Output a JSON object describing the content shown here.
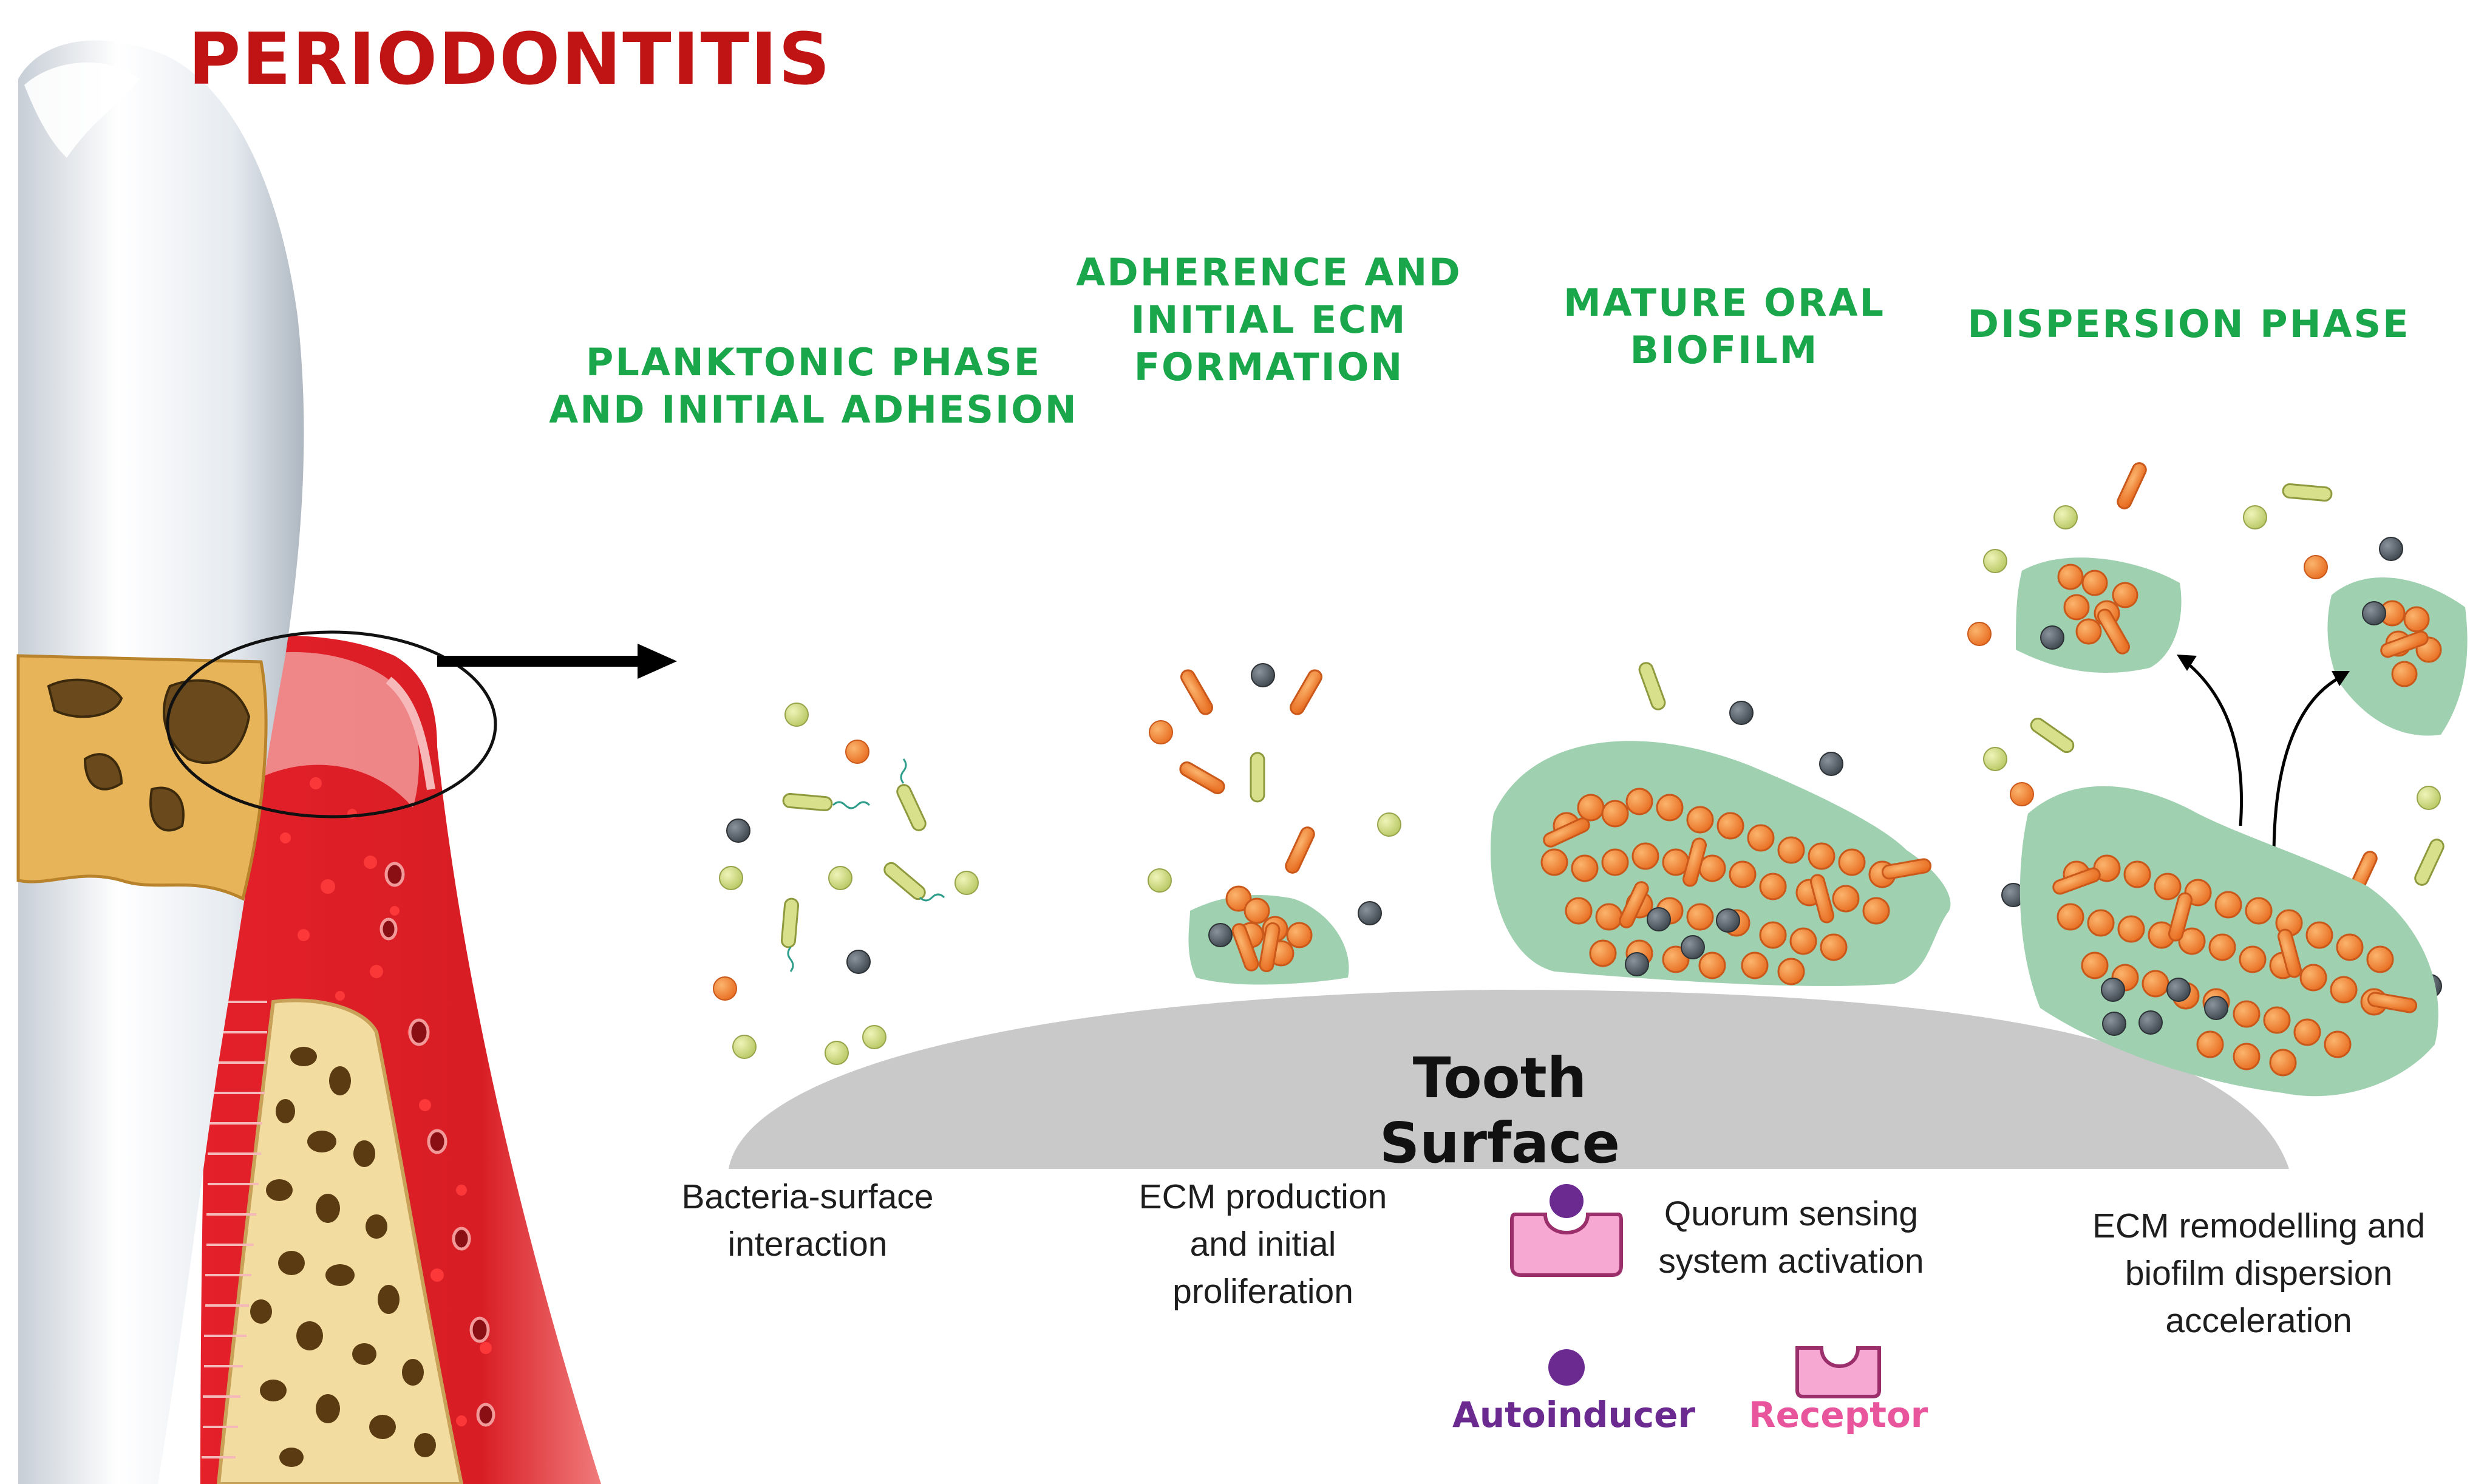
{
  "title": "PERIODONTITIS",
  "phases": {
    "planktonic": "PLANKTONIC PHASE\nAND INITIAL ADHESION",
    "adherence": "ADHERENCE AND\nINITIAL ECM\nFORMATION",
    "mature": "MATURE ORAL\nBIOFILM",
    "dispersion": "DISPERSION PHASE"
  },
  "surface_label": "Tooth Surface",
  "captions": {
    "bacteria_surface": "Bacteria-surface\ninteraction",
    "ecm_production": "ECM production\nand initial\nproliferation",
    "quorum": "Quorum sensing\nsystem activation",
    "remodelling": "ECM remodelling and\nbiofilm dispersion\nacceleration"
  },
  "legend": {
    "autoinducer": "Autoinducer",
    "receptor": "Receptor"
  },
  "colors": {
    "title": "#c01414",
    "phase_heading": "#1aa64a",
    "autoinducer": "#6a2a90",
    "receptor": "#e8559c",
    "ecm": "#9fd0b0",
    "bacterium": "#f08a3a",
    "surface": "#c9c9c9"
  }
}
